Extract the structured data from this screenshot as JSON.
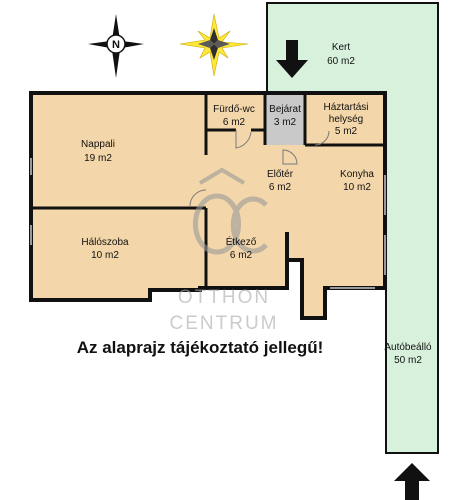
{
  "plan": {
    "note": "Az alaprajz tájékoztató jellegű!",
    "watermark": {
      "line1": "OTTHON",
      "line2": "CENTRUM"
    },
    "compass_letter": "N",
    "rooms": {
      "kert": {
        "name": "Kert",
        "area": "60 m2"
      },
      "furdo": {
        "name": "Fürdő-wc",
        "area": "6 m2"
      },
      "bejarat": {
        "name": "Bejárat",
        "area": "3 m2"
      },
      "haztartasi": {
        "name1": "Háztartási",
        "name2": "helység",
        "area": "5 m2"
      },
      "nappali": {
        "name": "Nappali",
        "area": "19 m2"
      },
      "eloter": {
        "name": "Előtér",
        "area": "6 m2"
      },
      "konyha": {
        "name": "Konyha",
        "area": "10 m2"
      },
      "haloszoba": {
        "name": "Hálószoba",
        "area": "10 m2"
      },
      "etkezo": {
        "name": "Étkező",
        "area": "6 m2"
      },
      "autobeallo": {
        "name": "Autóbeálló",
        "area": "50 m2"
      }
    },
    "colors": {
      "room": "#f3d6a9",
      "garden": "#d8f1dd",
      "entry": "#c9c9c9",
      "wall": "#111111"
    }
  }
}
